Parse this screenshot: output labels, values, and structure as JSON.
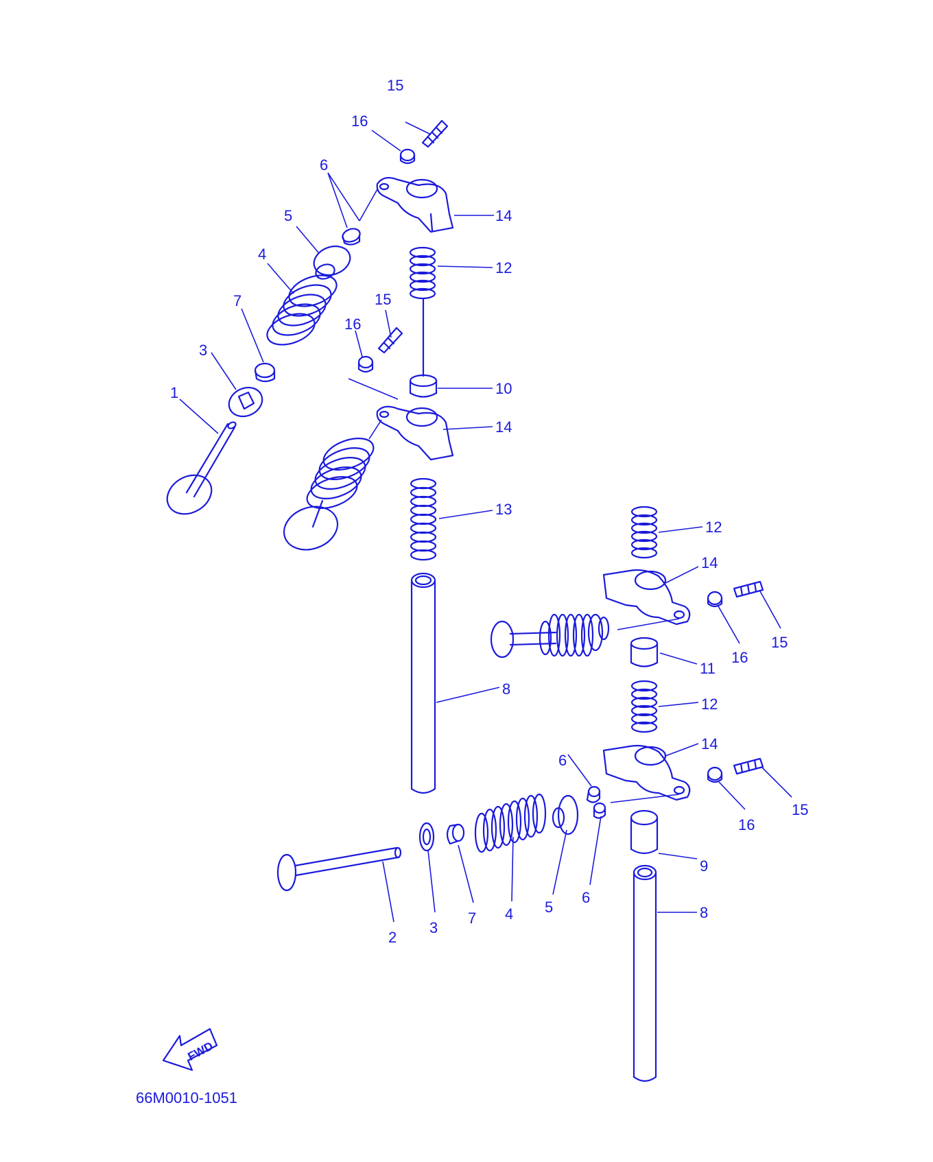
{
  "diagram": {
    "drawing_code": "66M0010-1051",
    "fwd_label": "FWD",
    "accent_color": "#1a1adc",
    "labels": {
      "l1": "1",
      "l2": "2",
      "l3a": "3",
      "l3b": "3",
      "l4a": "4",
      "l4b": "4",
      "l5a": "5",
      "l5b": "5",
      "l6a": "6",
      "l6b": "6",
      "l6c": "6",
      "l7a": "7",
      "l7b": "7",
      "l8a": "8",
      "l8b": "8",
      "l9": "9",
      "l10": "10",
      "l11": "11",
      "l12a": "12",
      "l12b": "12",
      "l12c": "12",
      "l13": "13",
      "l14a": "14",
      "l14b": "14",
      "l14c": "14",
      "l14d": "14",
      "l15a": "15",
      "l15b": "15",
      "l15c": "15",
      "l15d": "15",
      "l16a": "16",
      "l16b": "16",
      "l16c": "16",
      "l16d": "16"
    }
  }
}
